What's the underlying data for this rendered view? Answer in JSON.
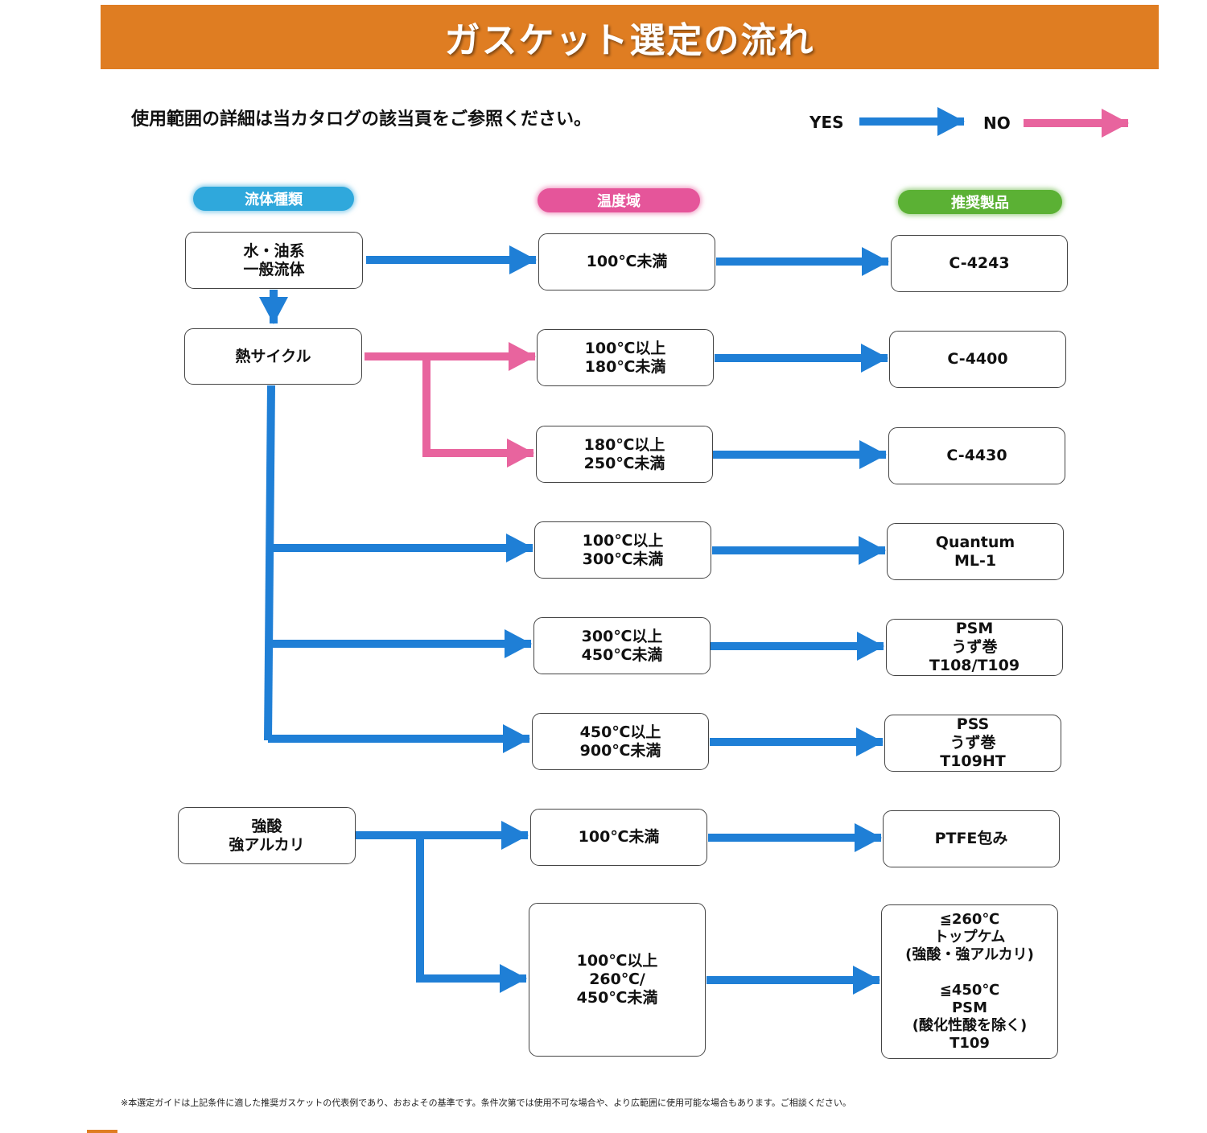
{
  "title": "ガスケット選定の流れ",
  "note": "使用範囲の詳細は当カタログの該当頁をご参照ください。",
  "legend": {
    "yes": "YES",
    "no": "NO"
  },
  "colors": {
    "yes": "#1f7fd6",
    "no": "#e8649e",
    "title_bg": "#df7d22"
  },
  "headers": {
    "fluid": "流体種類",
    "temperature": "温度域",
    "product": "推奨製品"
  },
  "fluids": [
    "水・油系\n一般流体",
    "熱サイクル",
    "強酸\n強アルカリ"
  ],
  "temperatures": [
    "100℃未満",
    "100℃以上\n180℃未満",
    "180℃以上\n250℃未満",
    "100℃以上\n300℃未満",
    "300℃以上\n450℃未満",
    "450℃以上\n900℃未満",
    "100℃未満",
    "100℃以上\n260℃/\n450℃未満"
  ],
  "products": [
    "C-4243",
    "C-4400",
    "C-4430",
    "Quantum\nML-1",
    "PSM\nうず巻\nT108/T109",
    "PSS\nうず巻\nT109HT",
    "PTFE包み",
    "≦260℃\nトップケム\n(強酸・強アルカリ)\n\n≦450℃\nPSM\n(酸化性酸を除く)\nT109"
  ],
  "footnote": "※本選定ガイドは上記条件に適した推奨ガスケットの代表例であり、おおよその基準です。条件次第では使用不可な場合や、より広範囲に使用可能な場合もあります。ご相談ください。"
}
